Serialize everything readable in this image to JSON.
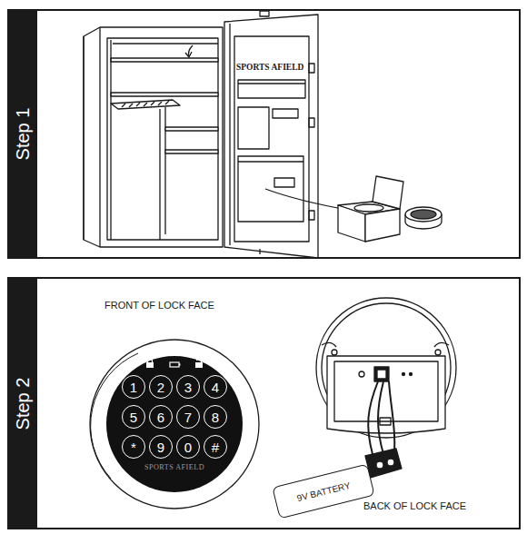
{
  "diagram": {
    "nodes": [
      {
        "text": [
          "Step 1"
        ]
      },
      {
        "text": [
          "Step 2"
        ]
      },
      {
        "text": [
          "SPORTS AFIELD"
        ],
        "in": 1
      },
      {
        "text": [
          "1"
        ],
        "in": 2
      },
      {
        "text": [
          "2"
        ],
        "in": 2
      },
      {
        "text": [
          "3"
        ],
        "in": 2
      },
      {
        "text": [
          "4"
        ],
        "in": 2
      },
      {
        "text": [
          "5"
        ],
        "in": 2
      },
      {
        "text": [
          "6"
        ],
        "in": 2
      },
      {
        "text": [
          "7"
        ],
        "in": 2
      },
      {
        "text": [
          "8"
        ],
        "in": 2
      },
      {
        "text": [
          "*"
        ],
        "in": 2
      },
      {
        "text": [
          "9"
        ],
        "in": 2
      },
      {
        "text": [
          "0"
        ],
        "in": 2
      },
      {
        "text": [
          "#"
        ],
        "in": 2
      },
      {
        "text": [
          "9V BATTERY"
        ],
        "in": 1
      }
    ],
    "labels": [
      "SPORTS AFIELD",
      "FRONT OF LOCK FACE",
      "BACK OF LOCK FACE"
    ]
  }
}
